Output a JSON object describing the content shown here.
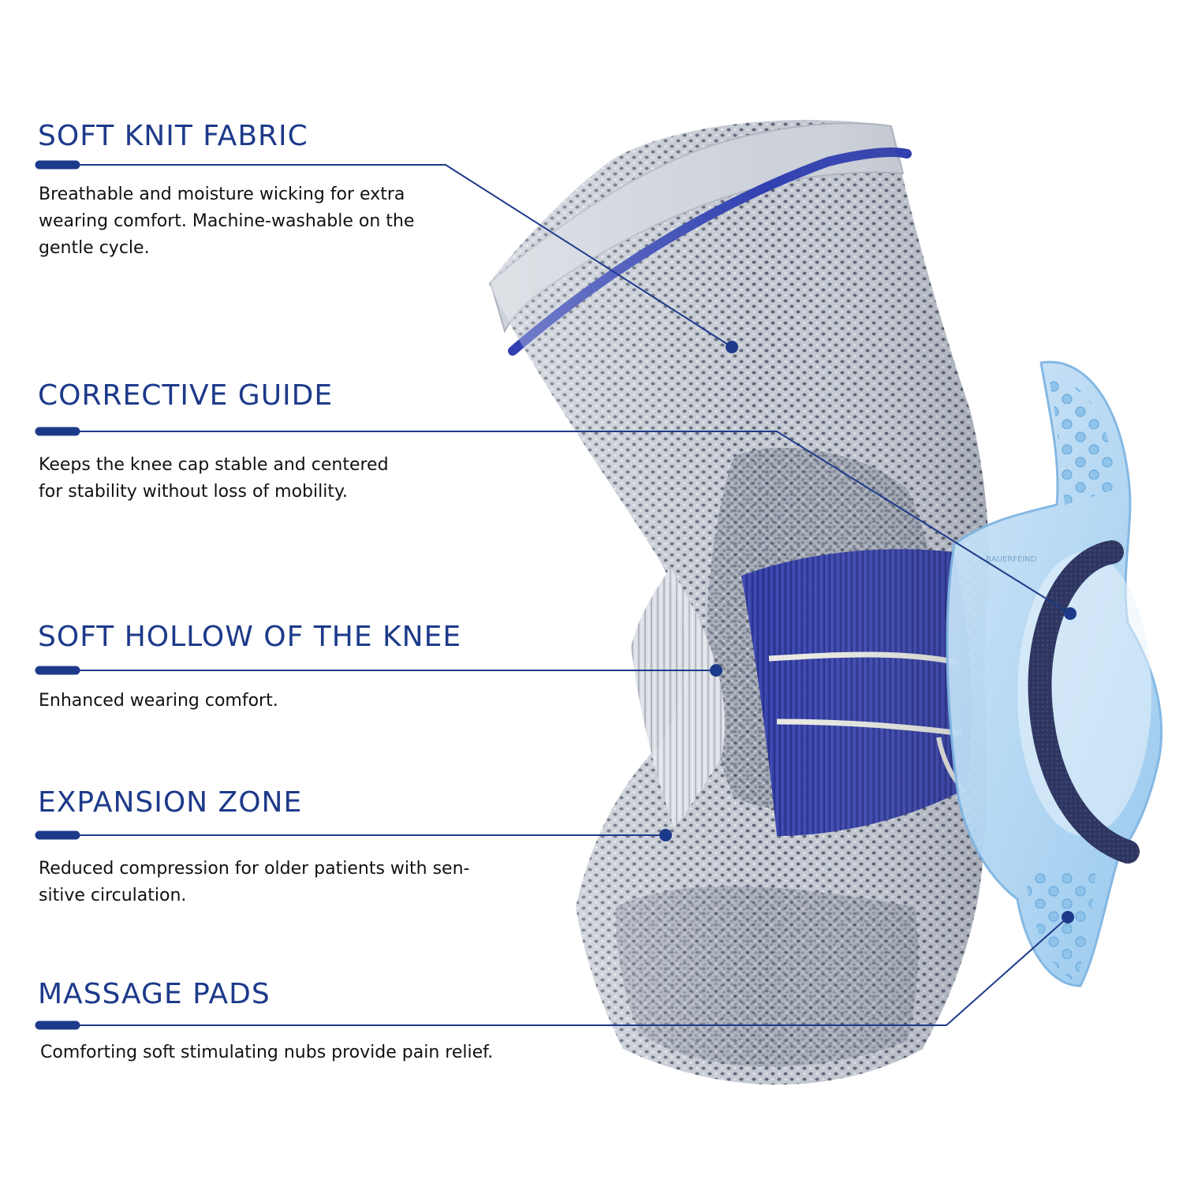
{
  "colors": {
    "accent": "#1d3a8a",
    "text": "#111111",
    "background": "#ffffff",
    "knit_gray": "#b7bcc6",
    "knit_dark": "#5a6070",
    "band_blue": "#3541a8",
    "pad_blue": "#a9d3f2",
    "felt_navy": "#303865"
  },
  "features": [
    {
      "title": "SOFT KNIT FABRIC",
      "description": "Breathable and moisture wicking for extra wearing comfort. Machine-washable on the gentle cycle."
    },
    {
      "title": "CORRECTIVE GUIDE",
      "description": "Keeps the knee cap stable and centered for stability without loss of mobility."
    },
    {
      "title": "SOFT HOLLOW OF THE KNEE",
      "description": "Enhanced wearing comfort."
    },
    {
      "title": "EXPANSION ZONE",
      "description": "Reduced compression for older patients with sen-sitive circulation."
    },
    {
      "title": "MASSAGE PADS",
      "description": "Comforting soft stimulating nubs provide pain relief."
    }
  ],
  "product_image": {
    "subject": "knee-brace-sleeve",
    "pad_emboss_text": "BAUERFEIND"
  }
}
